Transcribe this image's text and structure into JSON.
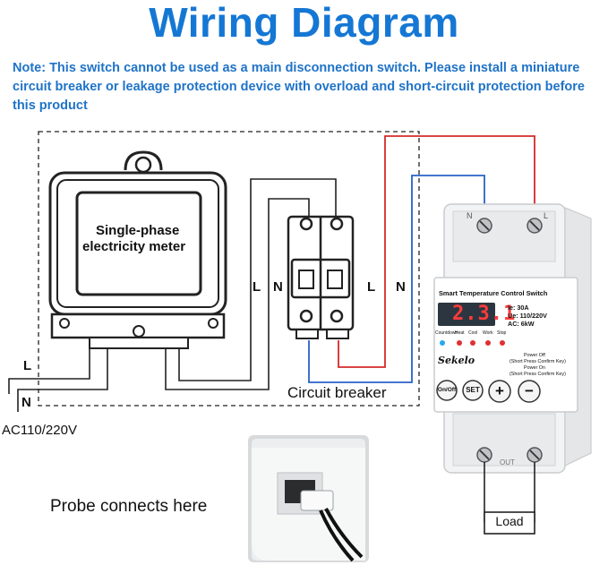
{
  "title": "Wiring Diagram",
  "note": "Note: This switch cannot be used as a main disconnection switch. Please install a miniature circuit breaker or leakage protection device with overload and short-circuit protection before this product",
  "meter": {
    "label_line1": "Single-phase",
    "label_line2": "electricity meter"
  },
  "supply": {
    "l": "L",
    "n": "N",
    "voltage": "AC110/220V"
  },
  "breaker": {
    "label": "Circuit breaker",
    "l": "L",
    "n": "N"
  },
  "outputs": {
    "l": "L",
    "n": "N"
  },
  "device": {
    "top_n": "N",
    "top_l": "L",
    "name": "Smart Temperature Control Switch",
    "display": "2.3.1",
    "specs": [
      "Ie:  30A",
      "Ue: 110/220V",
      "AC: 6kW"
    ],
    "indicators": [
      "Countdown",
      "Heat",
      "Cool",
      "Work",
      "Stop"
    ],
    "brand": "Sekelo",
    "power_off": "Power Off",
    "power_off_hint": "(Short Press Confirm Key)",
    "power_on": "Power On",
    "power_on_hint": "(Short Press Confirm Key)",
    "buttons": [
      "On/Off",
      "SET",
      "+",
      "−"
    ],
    "bottom_label": "OUT"
  },
  "load": "Load",
  "probe": "Probe connects here",
  "colors": {
    "title": "#1577d4",
    "live_wire": "#d42a2a",
    "neutral_wire": "#2a62c8",
    "display_bg": "#2c3640",
    "display_digits": "#ff3b3b"
  }
}
